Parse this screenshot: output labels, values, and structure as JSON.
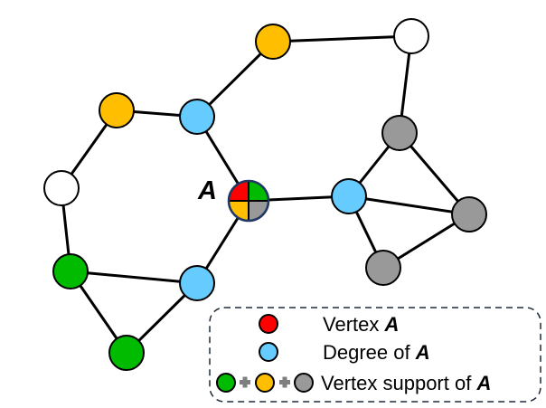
{
  "colors": {
    "red": "#ff0000",
    "blue": "#66ccff",
    "green": "#00bb00",
    "yellow": "#ffbf00",
    "gray": "#999999",
    "white": "#ffffff",
    "plus": "#7f7f7f",
    "center_border": "#203864"
  },
  "graph": {
    "center_label": "A",
    "nodes": [
      {
        "id": "top-yellow",
        "color": "yellow"
      },
      {
        "id": "top-white",
        "color": "white"
      },
      {
        "id": "upper-left-yellow",
        "color": "yellow"
      },
      {
        "id": "upper-blue",
        "color": "blue"
      },
      {
        "id": "left-white",
        "color": "white"
      },
      {
        "id": "right-gray-top",
        "color": "gray"
      },
      {
        "id": "right-blue",
        "color": "blue"
      },
      {
        "id": "right-gray-right",
        "color": "gray"
      },
      {
        "id": "right-gray-bottom",
        "color": "gray"
      },
      {
        "id": "left-green",
        "color": "green"
      },
      {
        "id": "lower-blue",
        "color": "blue"
      },
      {
        "id": "bottom-green",
        "color": "green"
      }
    ],
    "center_quadrants": [
      "red",
      "green",
      "yellow",
      "gray"
    ],
    "edges": [
      [
        "upper-left-yellow",
        "upper-blue"
      ],
      [
        "upper-blue",
        "top-yellow"
      ],
      [
        "top-yellow",
        "top-white"
      ],
      [
        "top-white",
        "right-gray-top"
      ],
      [
        "upper-left-yellow",
        "left-white"
      ],
      [
        "left-white",
        "left-green"
      ],
      [
        "left-green",
        "lower-blue"
      ],
      [
        "left-green",
        "bottom-green"
      ],
      [
        "bottom-green",
        "lower-blue"
      ],
      [
        "upper-blue",
        "A"
      ],
      [
        "A",
        "lower-blue"
      ],
      [
        "A",
        "right-blue"
      ],
      [
        "right-blue",
        "right-gray-top"
      ],
      [
        "right-blue",
        "right-gray-right"
      ],
      [
        "right-blue",
        "right-gray-bottom"
      ],
      [
        "right-gray-top",
        "right-gray-right"
      ],
      [
        "right-gray-right",
        "right-gray-bottom"
      ]
    ]
  },
  "legend": {
    "vertex_prefix": "Vertex ",
    "vertex_var": "A",
    "degree_prefix": "Degree of ",
    "degree_var": "A",
    "support_prefix": "Vertex support of ",
    "support_var": "A",
    "vertex_color": "red",
    "degree_color": "blue",
    "support_colors": [
      "green",
      "yellow",
      "gray"
    ]
  }
}
